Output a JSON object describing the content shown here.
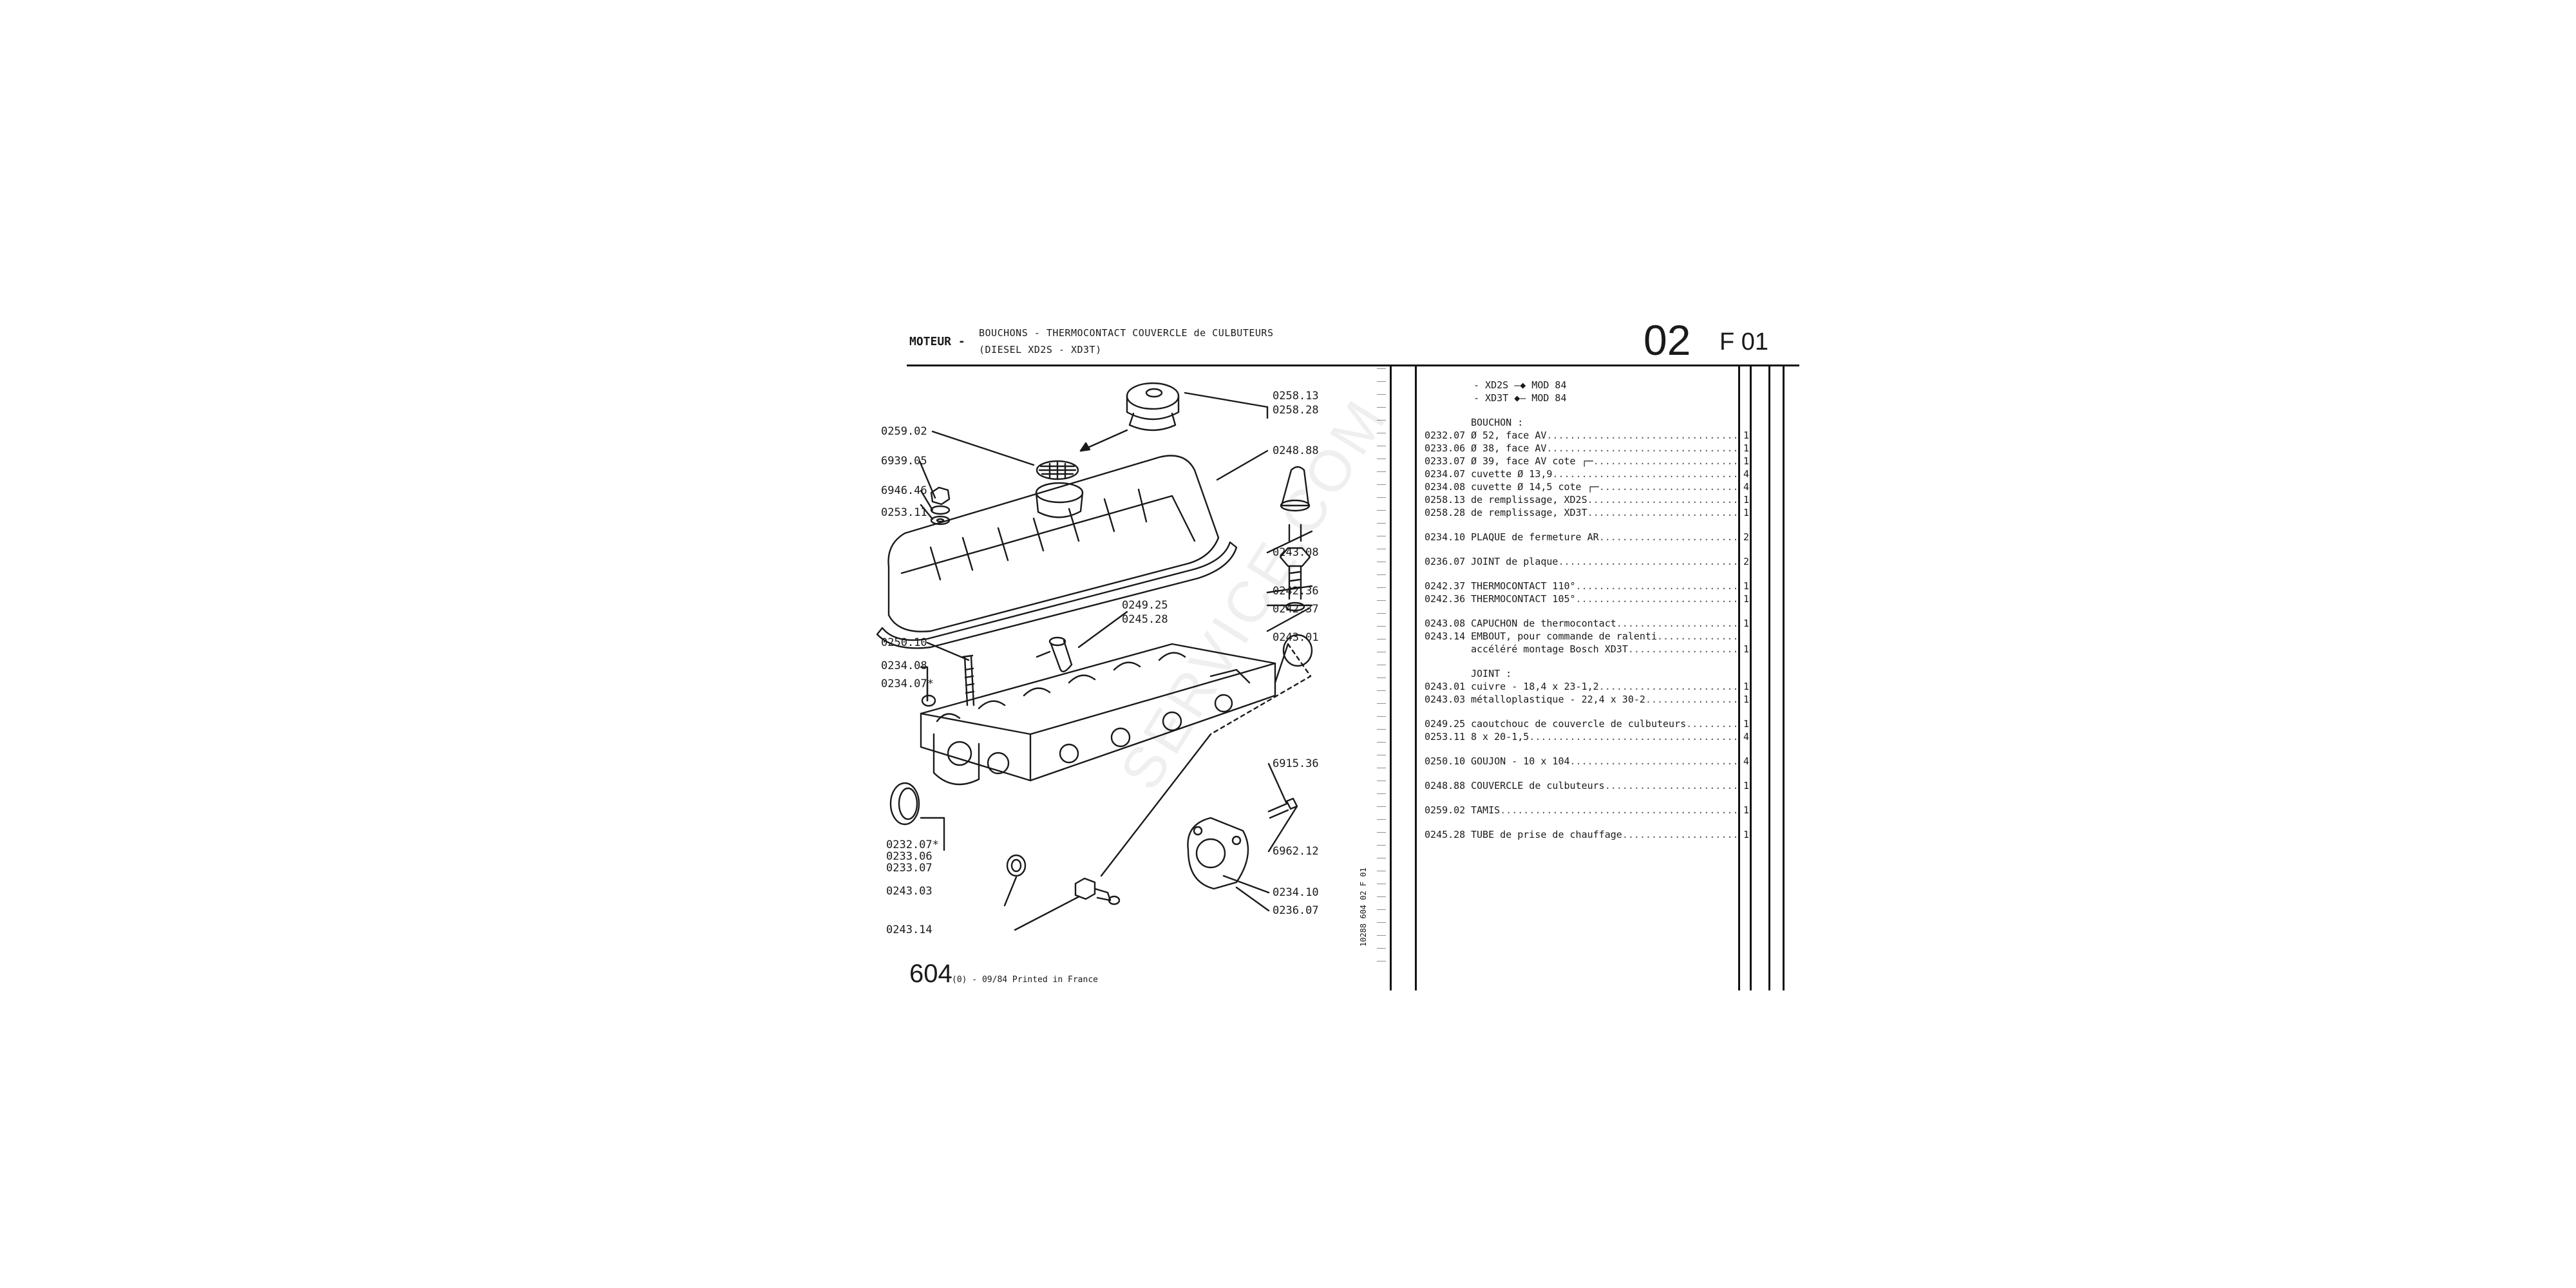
{
  "header": {
    "section": "MOTEUR -",
    "title_line1": "BOUCHONS - THERMOCONTACT COUVERCLE de CULBUTEURS",
    "title_line2": "(DIESEL XD2S - XD3T)",
    "group_number": "02",
    "plate_code": "F 01"
  },
  "footer": {
    "model": "604",
    "print_info": "(0) - 09/84 Printed in France"
  },
  "side_code": "10288 604 02 F 01",
  "watermark": "SERVICE.COM",
  "diagram": {
    "callouts": {
      "c025813": "0258.13",
      "c025828": "0258.28",
      "c025902": "0259.02",
      "c693905": "6939.05",
      "c694646": "6946.46",
      "c025311": "0253.11",
      "c024888": "0248.88",
      "c024308": "0243.08",
      "c024236": "0242.36",
      "c024237": "0242.37",
      "c024925": "0249.25",
      "c024528": "0245.28",
      "c024301": "0243.01",
      "c025010": "0250.10",
      "c023408": "0234.08",
      "c023407": "0234.07*",
      "c691536": "6915.36",
      "c023207": "0232.07*",
      "c023306": "0233.06",
      "c023307": "0233.07",
      "c696212": "6962.12",
      "c024303": "0243.03",
      "c023410": "0234.10",
      "c023607": "0236.07",
      "c024314": "0243.14"
    }
  },
  "parts_list": {
    "applicability": [
      "- XD2S —◆ MOD 84",
      "- XD3T ◆— MOD 84"
    ],
    "groups": [
      {
        "heading": "BOUCHON :",
        "rows": [
          {
            "code": "0232.07",
            "desc": " Ø 52, face AV",
            "qty": "1"
          },
          {
            "code": "0233.06",
            "desc": " Ø 38, face AV",
            "qty": "1"
          },
          {
            "code": "0233.07",
            "desc": " Ø 39, face AV cote ┌─",
            "qty": "1"
          },
          {
            "code": "0234.07",
            "desc": " cuvette Ø 13,9",
            "qty": "4"
          },
          {
            "code": "0234.08",
            "desc": " cuvette Ø 14,5 cote ┌─",
            "qty": "4"
          },
          {
            "code": "0258.13",
            "desc": " de remplissage, XD2S",
            "qty": "1"
          },
          {
            "code": "0258.28",
            "desc": " de remplissage, XD3T",
            "qty": "1"
          }
        ]
      },
      {
        "heading": "",
        "rows": [
          {
            "code": "0234.10",
            "desc": "PLAQUE de fermeture AR",
            "qty": "2"
          }
        ]
      },
      {
        "heading": "",
        "rows": [
          {
            "code": "0236.07",
            "desc": "JOINT de plaque",
            "qty": "2"
          }
        ]
      },
      {
        "heading": "",
        "rows": [
          {
            "code": "0242.37",
            "desc": "THERMOCONTACT 110°",
            "qty": "1"
          },
          {
            "code": "0242.36",
            "desc": "THERMOCONTACT 105°",
            "qty": "1"
          }
        ]
      },
      {
        "heading": "",
        "rows": [
          {
            "code": "0243.08",
            "desc": "CAPUCHON de thermocontact",
            "qty": "1"
          },
          {
            "code": "0243.14",
            "desc": "EMBOUT, pour commande de ralenti",
            "qty": ""
          },
          {
            "code": "",
            "desc": "  accéléré montage Bosch XD3T",
            "qty": "1"
          }
        ]
      },
      {
        "heading": "JOINT :",
        "rows": [
          {
            "code": "0243.01",
            "desc": " cuivre - 18,4 x 23-1,2",
            "qty": "1"
          },
          {
            "code": "0243.03",
            "desc": " métalloplastique - 22,4 x 30-2",
            "qty": "1"
          }
        ]
      },
      {
        "heading": "",
        "rows": [
          {
            "code": "0249.25",
            "desc": " caoutchouc de couvercle de culbuteurs",
            "qty": "1"
          },
          {
            "code": "0253.11",
            "desc": " 8 x 20-1,5",
            "qty": "4"
          }
        ]
      },
      {
        "heading": "",
        "rows": [
          {
            "code": "0250.10",
            "desc": "GOUJON - 10 x 104",
            "qty": "4"
          }
        ]
      },
      {
        "heading": "",
        "rows": [
          {
            "code": "0248.88",
            "desc": "COUVERCLE de culbuteurs",
            "qty": "1"
          }
        ]
      },
      {
        "heading": "",
        "rows": [
          {
            "code": "0259.02",
            "desc": "TAMIS",
            "qty": "1"
          }
        ]
      },
      {
        "heading": "",
        "rows": [
          {
            "code": "0245.28",
            "desc": "TUBE de prise de chauffage",
            "qty": "1"
          }
        ]
      }
    ]
  }
}
